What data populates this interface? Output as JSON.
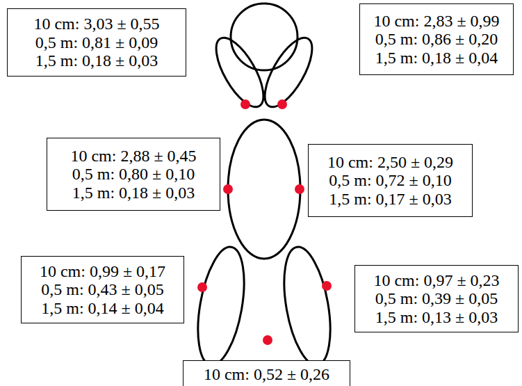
{
  "diagram": {
    "nodes": [
      {
        "text": [
          "10 cm: 3,03 ± 0,55",
          "0,5 m: 0,81 ± 0,09",
          "1,5 m: 0,18 ± 0,03"
        ]
      },
      {
        "text": [
          "10 cm: 2,83 ± 0,99",
          "0,5 m: 0,86 ± 0,20",
          "1,5 m: 0,18 ± 0,04"
        ]
      },
      {
        "text": [
          "10 cm: 2,88 ± 0,45",
          "0,5 m: 0,80 ± 0,10",
          "1,5 m: 0,18 ± 0,03"
        ]
      },
      {
        "text": [
          "10 cm: 2,50 ± 0,29",
          "0,5 m: 0,72 ± 0,10",
          "1,5 m: 0,17 ± 0,03"
        ]
      },
      {
        "text": [
          "10 cm: 0,99 ± 0,17",
          "0,5 m: 0,43 ± 0,05",
          "1,5 m: 0,14 ± 0,04"
        ]
      },
      {
        "text": [
          "10 cm: 0,97 ± 0,23",
          "0,5 m: 0,39 ± 0,05",
          "1,5 m: 0,13 ± 0,03"
        ]
      },
      {
        "text": [
          "10 cm: 0,52 ± 0,26"
        ]
      }
    ]
  }
}
